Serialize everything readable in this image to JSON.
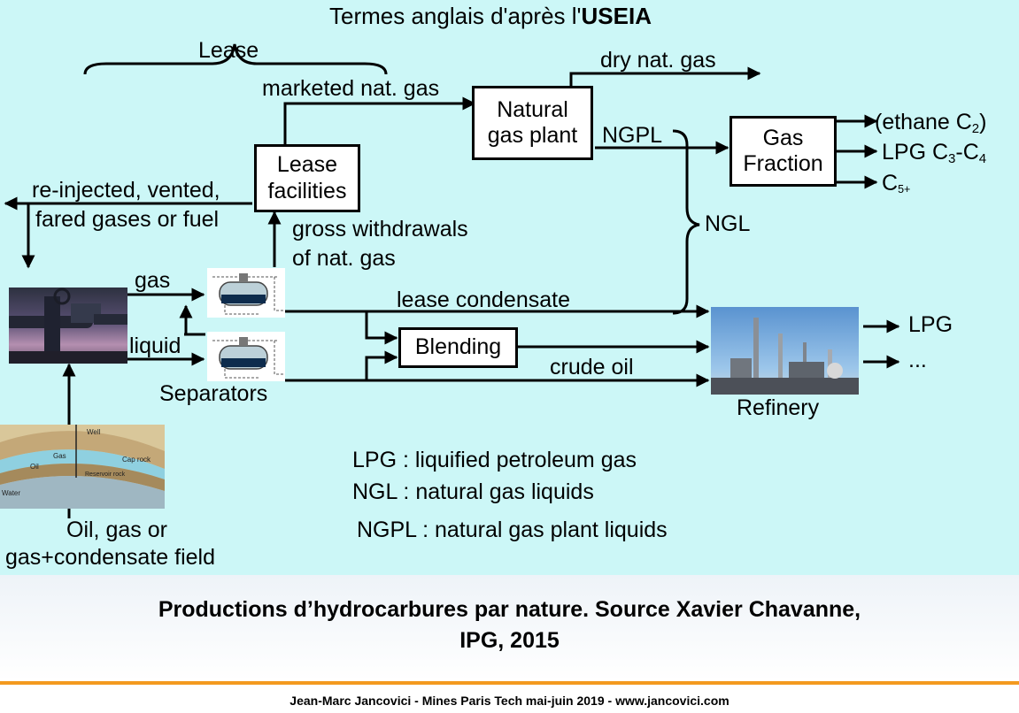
{
  "header": {
    "title_prefix": "Termes anglais d'après l'",
    "title_strong": "USEIA"
  },
  "brace_label": "Lease",
  "flow_labels": {
    "marketed": "marketed nat. gas",
    "dry_gas": "dry nat. gas",
    "ngpl": "NGPL",
    "ngl": "NGL",
    "reinjected_1": "re-injected, vented,",
    "reinjected_2": "fared gases or fuel",
    "gross_1": "gross withdrawals",
    "gross_2": "of nat. gas",
    "gas": "gas",
    "liquid": "liquid",
    "lease_condensate": "lease condensate",
    "crude_oil": "crude oil"
  },
  "boxes": {
    "natural_gas_plant": [
      "Natural",
      "gas plant"
    ],
    "lease_facilities": [
      "Lease",
      "facilities"
    ],
    "gas_fraction": [
      "Gas",
      "Fraction"
    ],
    "blending": "Blending"
  },
  "fraction_outputs": {
    "ethane": "(ethane C",
    "ethane_sub": "2",
    "ethane_close": ")",
    "lpg": "LPG C",
    "lpg_sub1": "3",
    "lpg_mid": "-C",
    "lpg_sub2": "4",
    "c5": "C",
    "c5_sub": "5+"
  },
  "refinery": {
    "label": "Refinery",
    "out_lpg": "LPG",
    "out_more": "..."
  },
  "separators_label": "Separators",
  "field_label": [
    "Oil, gas or",
    "gas+condensate field"
  ],
  "field_figure": {
    "well": "Well",
    "gas": "Gas",
    "oil": "Oil",
    "cap_rock": "Cap rock",
    "reservoir_rock": "Reservoir rock",
    "water": "Water"
  },
  "glossary": [
    "LPG : liquified petroleum gas",
    "NGL : natural gas liquids",
    "NGPL : natural gas plant liquids"
  ],
  "caption": [
    "Productions d’hydrocarbures par nature. Source Xavier Chavanne,",
    "IPG, 2015"
  ],
  "footer": "Jean-Marc Jancovici - Mines Paris Tech mai-juin 2019 - www.jancovici.com",
  "colors": {
    "background": "#ccf7f7",
    "accent_rule": "#f39a1f"
  },
  "icons": [
    "wellhead-photo",
    "separator-icon",
    "refinery-photo",
    "reservoir-cross-section"
  ]
}
